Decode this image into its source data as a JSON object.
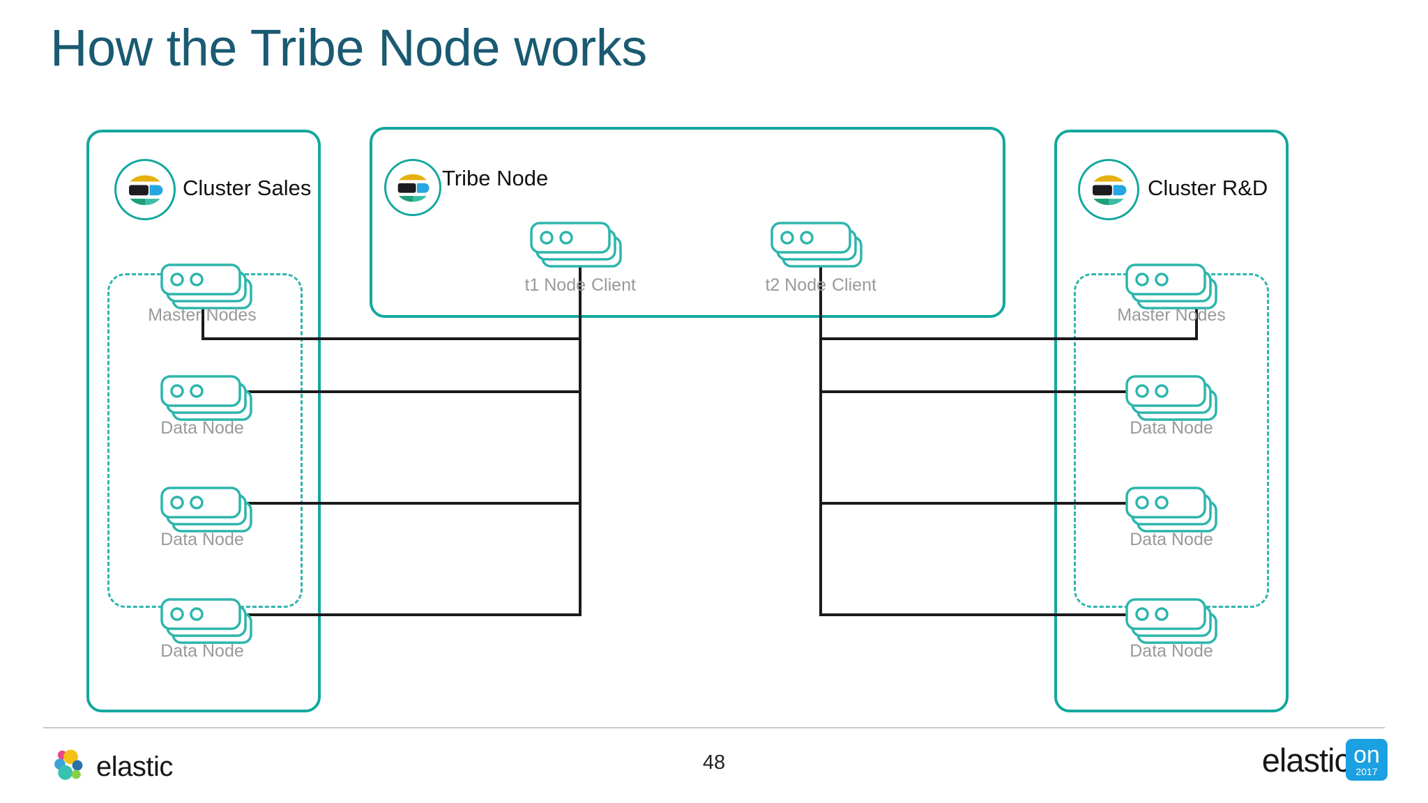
{
  "slide": {
    "title": "How the Tribe Node works",
    "page_number": "48"
  },
  "colors": {
    "title": "#1A5A72",
    "teal_border": "#12A79E",
    "dashed_border": "#2FB5AC",
    "node_outline": "#2CB5AC",
    "node_label": "#98999B",
    "wire": "#1A1A1A",
    "elastic_blue": "#1BA0E1"
  },
  "clusters": {
    "left": {
      "name": "Cluster Sales",
      "logo_icon": "elastic-logo-icon",
      "nodes": [
        {
          "label": "Master Nodes",
          "kind": "master"
        },
        {
          "label": "Data Node",
          "kind": "data"
        },
        {
          "label": "Data Node",
          "kind": "data"
        },
        {
          "label": "Data Node",
          "kind": "data"
        }
      ]
    },
    "right": {
      "name": "Cluster R&D",
      "logo_icon": "elastic-logo-icon",
      "nodes": [
        {
          "label": "Master Nodes",
          "kind": "master"
        },
        {
          "label": "Data Node",
          "kind": "data"
        },
        {
          "label": "Data Node",
          "kind": "data"
        },
        {
          "label": "Data Node",
          "kind": "data"
        }
      ]
    }
  },
  "tribe": {
    "name": "Tribe Node",
    "logo_icon": "elastic-logo-icon",
    "clients": [
      {
        "name": "t1 Node",
        "role": "Client"
      },
      {
        "name": "t2 Node",
        "role": "Client"
      }
    ]
  },
  "footer": {
    "left_brand": "elastic",
    "right_brand": "elastic",
    "right_badge_text": "on",
    "right_badge_year": "2017"
  }
}
